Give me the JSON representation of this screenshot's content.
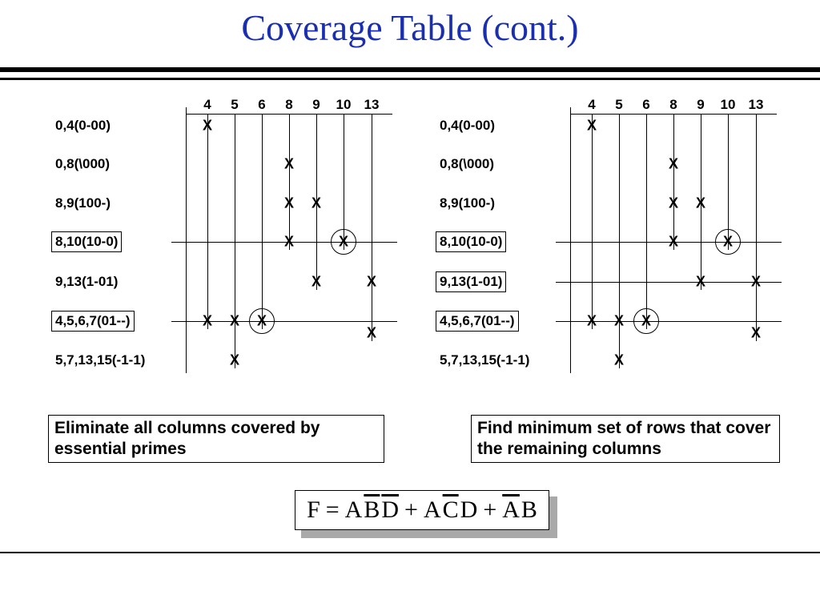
{
  "title": "Coverage Table (cont.)",
  "columns": [
    "4",
    "5",
    "6",
    "8",
    "9",
    "10",
    "13"
  ],
  "rows": [
    "0,4(0-00)",
    "0,8(\\000)",
    "8,9(100-)",
    "8,10(10-0)",
    "9,13(1-01)",
    "4,5,6,7(01--)",
    "5,7,13,15(-1-1)"
  ],
  "left_table": {
    "boxed_rows": [
      3,
      5
    ],
    "marks": [
      {
        "row": 0,
        "col": 0,
        "text": "X"
      },
      {
        "row": 1,
        "col": 3,
        "text": "X"
      },
      {
        "row": 2,
        "col": 3,
        "text": "X"
      },
      {
        "row": 2,
        "col": 4,
        "text": "X"
      },
      {
        "row": 3,
        "col": 3,
        "text": "X"
      },
      {
        "row": 3,
        "col": 5,
        "text": "X",
        "circled": true
      },
      {
        "row": 4,
        "col": 4,
        "text": "X"
      },
      {
        "row": 4,
        "col": 6,
        "text": "X"
      },
      {
        "row": 5,
        "col": 0,
        "text": "X"
      },
      {
        "row": 5,
        "col": 1,
        "text": "X"
      },
      {
        "row": 5,
        "col": 2,
        "text": "X",
        "circled": true
      },
      {
        "row": 5.5,
        "col": 6,
        "text": "X"
      },
      {
        "row": 6,
        "col": 1,
        "text": "X"
      }
    ]
  },
  "right_table": {
    "boxed_rows": [
      3,
      4,
      5
    ],
    "marks": [
      {
        "row": 0,
        "col": 0,
        "text": "X"
      },
      {
        "row": 1,
        "col": 3,
        "text": "X"
      },
      {
        "row": 2,
        "col": 3,
        "text": "X"
      },
      {
        "row": 2,
        "col": 4,
        "text": "X"
      },
      {
        "row": 3,
        "col": 3,
        "text": "X"
      },
      {
        "row": 3,
        "col": 5,
        "text": "X",
        "circled": true
      },
      {
        "row": 4,
        "col": 4,
        "text": "X"
      },
      {
        "row": 4,
        "col": 6,
        "text": "X"
      },
      {
        "row": 5,
        "col": 0,
        "text": "X"
      },
      {
        "row": 5,
        "col": 1,
        "text": "X"
      },
      {
        "row": 5,
        "col": 2,
        "text": "X",
        "circled": true
      },
      {
        "row": 5.5,
        "col": 6,
        "text": "X"
      },
      {
        "row": 6,
        "col": 1,
        "text": "X"
      }
    ]
  },
  "note_left": "Eliminate all columns covered by essential primes",
  "note_right": "Find minimum set of rows that cover the remaining columns",
  "formula": {
    "lhs": "F",
    "eq": "=",
    "plus": "+",
    "terms": [
      [
        {
          "t": "A",
          "bar": false
        },
        {
          "t": "B",
          "bar": true
        },
        {
          "t": "D",
          "bar": true
        }
      ],
      [
        {
          "t": "A",
          "bar": false
        },
        {
          "t": "C",
          "bar": true
        },
        {
          "t": "D",
          "bar": false
        }
      ],
      [
        {
          "t": "A",
          "bar": true
        },
        {
          "t": "B",
          "bar": false
        }
      ]
    ]
  }
}
